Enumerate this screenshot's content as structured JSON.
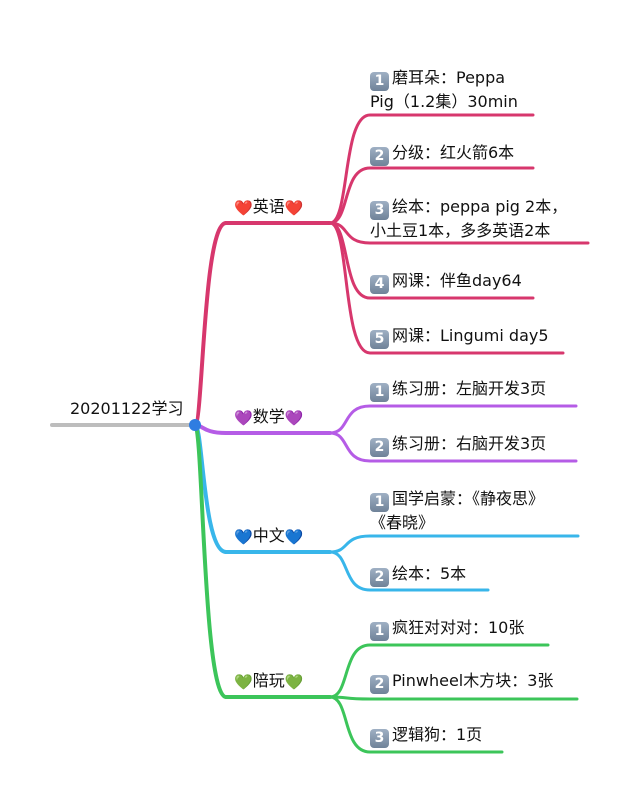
{
  "root": {
    "label": "20201122学习"
  },
  "branches": [
    {
      "key": "english",
      "label": "英语",
      "color": "#d7376d",
      "heart": "❤️",
      "leaves": [
        {
          "badge": "1",
          "lines": [
            "磨耳朵：Peppa",
            "Pig（1.2集）30min"
          ]
        },
        {
          "badge": "2",
          "lines": [
            "分级：红火箭6本"
          ]
        },
        {
          "badge": "3",
          "lines": [
            "绘本：peppa pig 2本，",
            "小土豆1本，多多英语2本"
          ]
        },
        {
          "badge": "4",
          "lines": [
            "网课：伴鱼day64"
          ]
        },
        {
          "badge": "5",
          "lines": [
            "网课：Lingumi day5"
          ]
        }
      ]
    },
    {
      "key": "math",
      "label": "数学",
      "color": "#b55ce6",
      "heart": "💜",
      "leaves": [
        {
          "badge": "1",
          "lines": [
            "练习册：左脑开发3页"
          ]
        },
        {
          "badge": "2",
          "lines": [
            "练习册：右脑开发3页"
          ]
        }
      ]
    },
    {
      "key": "chinese",
      "label": "中文",
      "color": "#38b6ea",
      "heart": "💙",
      "leaves": [
        {
          "badge": "1",
          "lines": [
            "国学启蒙：《静夜思》",
            "《春晓》"
          ]
        },
        {
          "badge": "2",
          "lines": [
            "绘本：5本"
          ]
        }
      ]
    },
    {
      "key": "play",
      "label": "陪玩",
      "color": "#3cc55a",
      "heart": "💚",
      "leaves": [
        {
          "badge": "1",
          "lines": [
            "疯狂对对对：10张"
          ]
        },
        {
          "badge": "2",
          "lines": [
            "Pinwheel木方块：3张"
          ]
        },
        {
          "badge": "3",
          "lines": [
            "逻辑狗：1页"
          ]
        }
      ]
    }
  ],
  "colors": {
    "root_line": "#bdbdbd",
    "root_node": "#2f7de1"
  }
}
